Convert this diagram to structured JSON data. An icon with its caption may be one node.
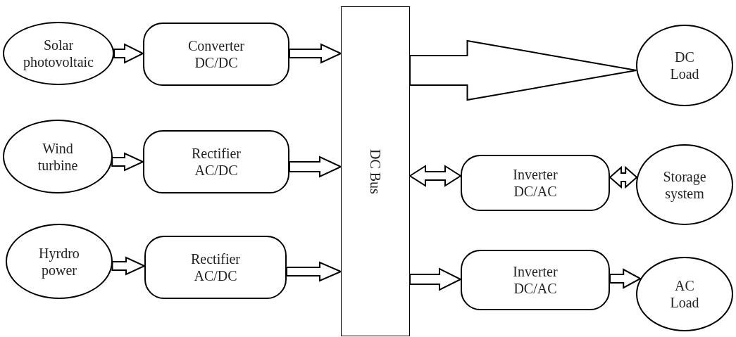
{
  "diagram": {
    "nodes": [
      {
        "text": [
          "Solar photovoltaic"
        ]
      },
      {
        "text": [
          "Converter DC/DC"
        ]
      },
      {
        "text": [
          "Wind turbine"
        ]
      },
      {
        "text": [
          "Rectifier AC/DC"
        ]
      },
      {
        "text": [
          "Hyrdro power"
        ]
      },
      {
        "text": [
          "Rectifier AC/DC"
        ]
      },
      {
        "text": [
          "DC Bus"
        ]
      },
      {
        "text": [
          "DC Load"
        ]
      },
      {
        "text": [
          "Inverter DC/AC"
        ]
      },
      {
        "text": [
          "Storage system"
        ]
      },
      {
        "text": [
          "Inverter DC/AC"
        ]
      },
      {
        "text": [
          "AC Load"
        ]
      }
    ],
    "edges": [
      {
        "from": 0,
        "to": 1,
        "arrow": "to"
      },
      {
        "from": 1,
        "to": 6,
        "arrow": "to"
      },
      {
        "from": 2,
        "to": 3,
        "arrow": "to"
      },
      {
        "from": 3,
        "to": 6,
        "arrow": "to"
      },
      {
        "from": 4,
        "to": 5,
        "arrow": "to"
      },
      {
        "from": 5,
        "to": 6,
        "arrow": "to"
      },
      {
        "from": 6,
        "to": 7,
        "arrow": "to",
        "style": "thick"
      },
      {
        "from": 6,
        "to": 8,
        "arrow": "both"
      },
      {
        "from": 8,
        "to": 9,
        "arrow": "both"
      },
      {
        "from": 6,
        "to": 10,
        "arrow": "to"
      },
      {
        "from": 10,
        "to": 11,
        "arrow": "to"
      }
    ]
  }
}
